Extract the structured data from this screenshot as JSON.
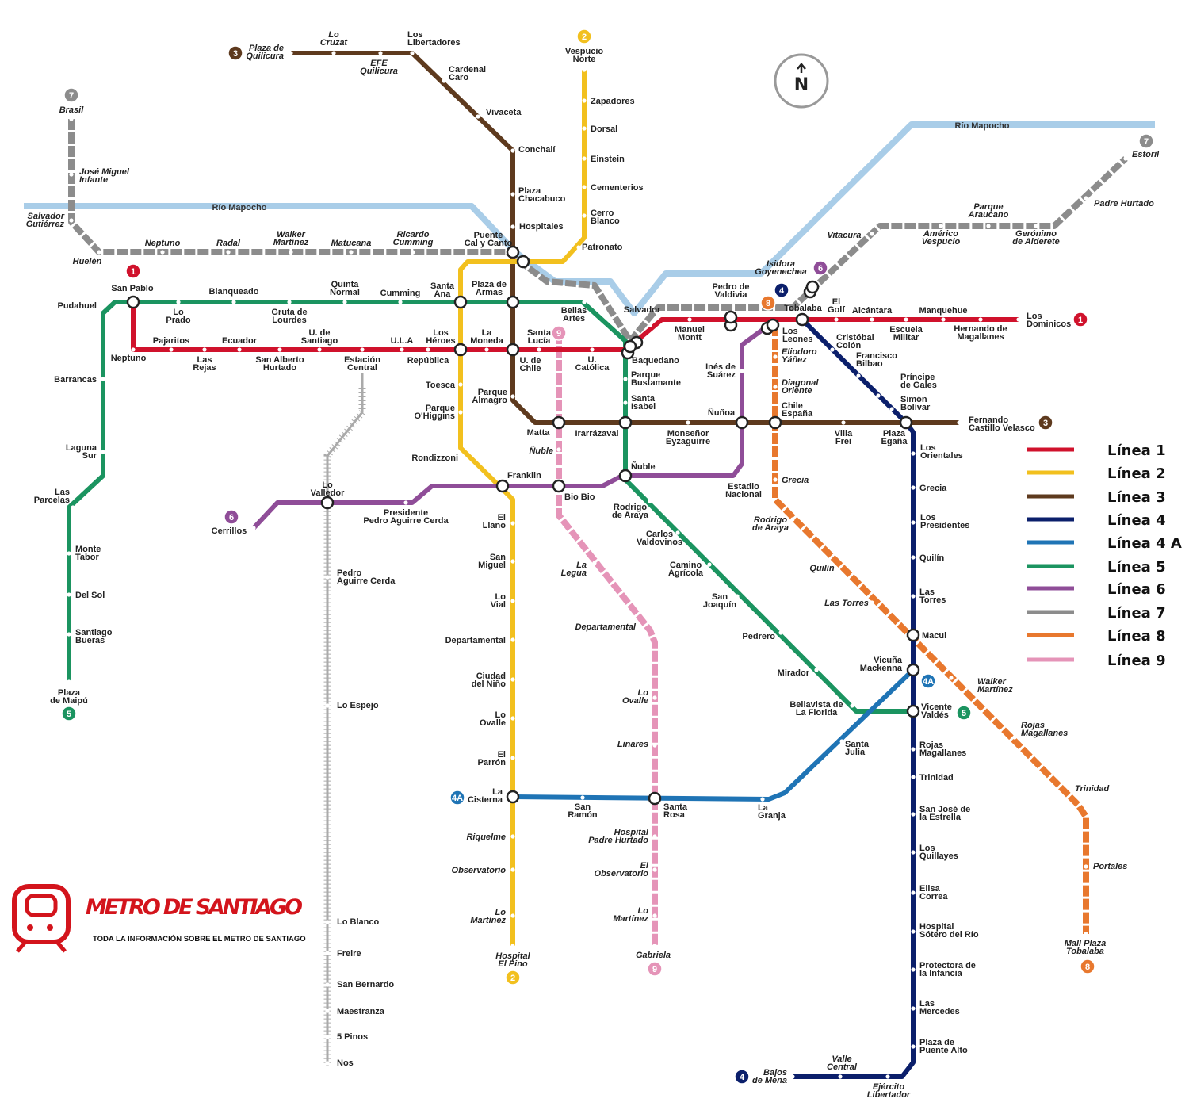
{
  "brand": {
    "title": "METRO DE SANTIAGO",
    "subtitle": "TODA LA INFORMACIÓN SOBRE EL METRO DE SANTIAGO"
  },
  "north": "N",
  "river": {
    "label": "Río Mapocho",
    "color": "#a9cde8"
  },
  "legend": [
    {
      "label": "Línea 1",
      "color": "#d0122c"
    },
    {
      "label": "Línea 2",
      "color": "#f2c01e"
    },
    {
      "label": "Línea 3",
      "color": "#5e3a1e"
    },
    {
      "label": "Línea 4",
      "color": "#0b1f6b"
    },
    {
      "label": "Línea 4 A",
      "color": "#1f74b5"
    },
    {
      "label": "Línea 5",
      "color": "#1b9460"
    },
    {
      "label": "Línea 6",
      "color": "#8f4d98"
    },
    {
      "label": "Línea 7",
      "color": "#8c8c8c"
    },
    {
      "label": "Línea 8",
      "color": "#e8782e"
    },
    {
      "label": "Línea 9",
      "color": "#e594b8"
    }
  ],
  "badges": [
    {
      "text": "3",
      "color": "#5e3a1e"
    },
    {
      "text": "2",
      "color": "#f2c01e"
    },
    {
      "text": "7",
      "color": "#8c8c8c"
    },
    {
      "text": "7",
      "color": "#8c8c8c"
    },
    {
      "text": "1",
      "color": "#d0122c"
    },
    {
      "text": "1",
      "color": "#d0122c"
    },
    {
      "text": "6",
      "color": "#8f4d98"
    },
    {
      "text": "4",
      "color": "#0b1f6b"
    },
    {
      "text": "8",
      "color": "#e8782e"
    },
    {
      "text": "9",
      "color": "#e594b8"
    },
    {
      "text": "3",
      "color": "#5e3a1e"
    },
    {
      "text": "6",
      "color": "#8f4d98"
    },
    {
      "text": "5",
      "color": "#1b9460"
    },
    {
      "text": "5",
      "color": "#1b9460"
    },
    {
      "text": "4A",
      "color": "#1f74b5"
    },
    {
      "text": "4A",
      "color": "#1f74b5"
    },
    {
      "text": "2",
      "color": "#f2c01e"
    },
    {
      "text": "9",
      "color": "#e594b8"
    },
    {
      "text": "8",
      "color": "#e8782e"
    },
    {
      "text": "4",
      "color": "#0b1f6b"
    }
  ],
  "stations": [
    "San Pablo",
    "Neptuno",
    "Pajaritos",
    "Las\nRejas",
    "Ecuador",
    "San Alberto\nHurtado",
    "U. de\nSantiago",
    "Estación\nCentral",
    "U.L.A",
    "República",
    "Los\nHéroes",
    "La\nMoneda",
    "U. de\nChile",
    "Santa\nLucía",
    "U.\nCatólica",
    "Baquedano",
    "Salvador",
    "Manuel\nMontt",
    "Pedro de\nValdivia",
    "Los\nLeones",
    "Tobalaba",
    "El\nGolf",
    "Alcántara",
    "Escuela\nMilitar",
    "Manquehue",
    "Hernando de\nMagallanes",
    "Los\nDominicos",
    "Vespucio\nNorte",
    "Zapadores",
    "Dorsal",
    "Einstein",
    "Cementerios",
    "Cerro\nBlanco",
    "Patronato",
    "Puente\nCal y Canto",
    "Santa\nAna",
    "Toesca",
    "Parque\nO'Higgins",
    "Rondizzoni",
    "Franklin",
    "El\nLlano",
    "San\nMiguel",
    "Lo\nVial",
    "Departamental",
    "Ciudad\ndel Niño",
    "Lo\nOvalle",
    "El\nParrón",
    "La\nCisterna",
    "Riquelme",
    "Observatorio",
    "Lo\nMartínez",
    "Hospital\nEl Pino",
    "Plaza de\nQuilicura",
    "Lo\nCruzat",
    "EFE\nQuilicura",
    "Los\nLibertadores",
    "Cardenal\nCaro",
    "Vivaceta",
    "Conchalí",
    "Plaza\nChacabuco",
    "Hospitales",
    "Plaza de\nArmas",
    "Parque\nAlmagro",
    "Matta",
    "Irarrázaval",
    "Monseñor\nEyzaguirre",
    "Ñuñoa",
    "Chile\nEspaña",
    "Villa\nFrei",
    "Plaza\nEgaña",
    "Fernando\nCastillo Velasco",
    "Cristóbal\nColón",
    "Francisco\nBilbao",
    "Príncipe\nde Gales",
    "Simón\nBolívar",
    "Los\nOrientales",
    "Grecia",
    "Los\nPresidentes",
    "Quilín",
    "Las\nTorres",
    "Macul",
    "Vicuña\nMackenna",
    "Vicente\nValdés",
    "Rojas\nMagallanes",
    "Trinidad",
    "San José de\nla Estrella",
    "Los\nQuillayes",
    "Elisa\nCorrea",
    "Hospital\nSótero del Río",
    "Protectora de\nla Infancia",
    "Las\nMercedes",
    "Plaza de\nPuente Alto",
    "Ejército\nLibertador",
    "Valle\nCentral",
    "Bajos\nde Mena",
    "San\nRamón",
    "Santa\nRosa",
    "La\nGranja",
    "Santa\nJulia",
    "Plaza\nde Maipú",
    "Santiago\nBueras",
    "Del Sol",
    "Monte\nTabor",
    "Las\nParcelas",
    "Laguna\nSur",
    "Barrancas",
    "Pudahuel",
    "Lo\nPrado",
    "Blanqueado",
    "Gruta de\nLourdes",
    "Quinta\nNormal",
    "Cumming",
    "Bellas\nArtes",
    "Parque\nBustamante",
    "Santa\nIsabel",
    "Ñuble",
    "Rodrigo\nde Araya",
    "Carlos\nValdovinos",
    "Camino\nAgrícola",
    "San\nJoaquín",
    "Pedrero",
    "Mirador",
    "Bellavista de\nLa Florida",
    "Cerrillos",
    "Lo\nValledor",
    "Presidente\nPedro Aguirre Cerda",
    "Bio Bio",
    "Estadio\nNacional",
    "Inés de\nSuárez",
    "Brasil",
    "José Miguel\nInfante",
    "Salvador\nGutiérrez",
    "Huelén",
    "Neptuno",
    "Radal",
    "Walker\nMartínez",
    "Matucana",
    "Ricardo\nCumming",
    "Isidora\nGoyenechea",
    "Vitacura",
    "Américo\nVespucio",
    "Parque\nAraucano",
    "Gerónimo\nde Alderete",
    "Padre Hurtado",
    "Estoril",
    "Eliodoro\nYáñez",
    "Diagonal\nOriente",
    "Grecia",
    "Rodrigo\nde Araya",
    "Quilín",
    "Las Torres",
    "Walker\nMartínez",
    "Rojas\nMagallanes",
    "Trinidad",
    "Portales",
    "Mall Plaza\nTobalaba",
    "Ñuble",
    "La\nLegua",
    "Departamental",
    "Lo\nOvalle",
    "Linares",
    "Hospital\nPadre Hurtado",
    "El\nObservatorio",
    "Lo\nMartínez",
    "Gabriela",
    "Pedro\nAguirre Cerda",
    "Lo Espejo",
    "Lo Blanco",
    "Freire",
    "San Bernardo",
    "Maestranza",
    "5 Pinos",
    "Nos"
  ]
}
